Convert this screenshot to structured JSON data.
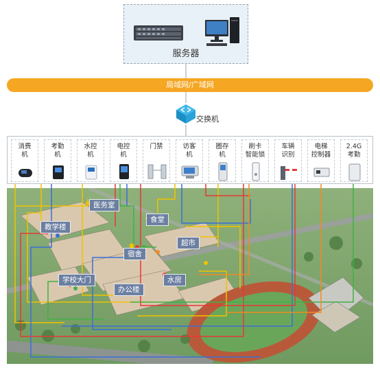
{
  "server": {
    "label": "服务器"
  },
  "network": {
    "lan_label": "局域网/广域网"
  },
  "switch": {
    "label": "交换机"
  },
  "devices": [
    {
      "label": "消费\n机"
    },
    {
      "label": "考勤\n机"
    },
    {
      "label": "水控\n机"
    },
    {
      "label": "电控\n机"
    },
    {
      "label": "门禁"
    },
    {
      "label": "访客\n机"
    },
    {
      "label": "圈存\n机"
    },
    {
      "label": "刷卡\n智能锁"
    },
    {
      "label": "车辆\n识别"
    },
    {
      "label": "电梯\n控制器"
    },
    {
      "label": "2.4G\n考勤"
    }
  ],
  "buildings": [
    {
      "label": "医务室"
    },
    {
      "label": "食堂"
    },
    {
      "label": "教学楼"
    },
    {
      "label": "超市"
    },
    {
      "label": "宿舍"
    },
    {
      "label": "学校大门"
    },
    {
      "label": "水房"
    },
    {
      "label": "办公楼"
    }
  ],
  "colors": {
    "lan": "#f5a623",
    "line_yellow": "#f2c200",
    "line_blue": "#3a6fd8",
    "line_red": "#e53935",
    "line_green": "#43b047",
    "line_orange": "#f08a24",
    "label_bg": "#6c7fa1"
  }
}
